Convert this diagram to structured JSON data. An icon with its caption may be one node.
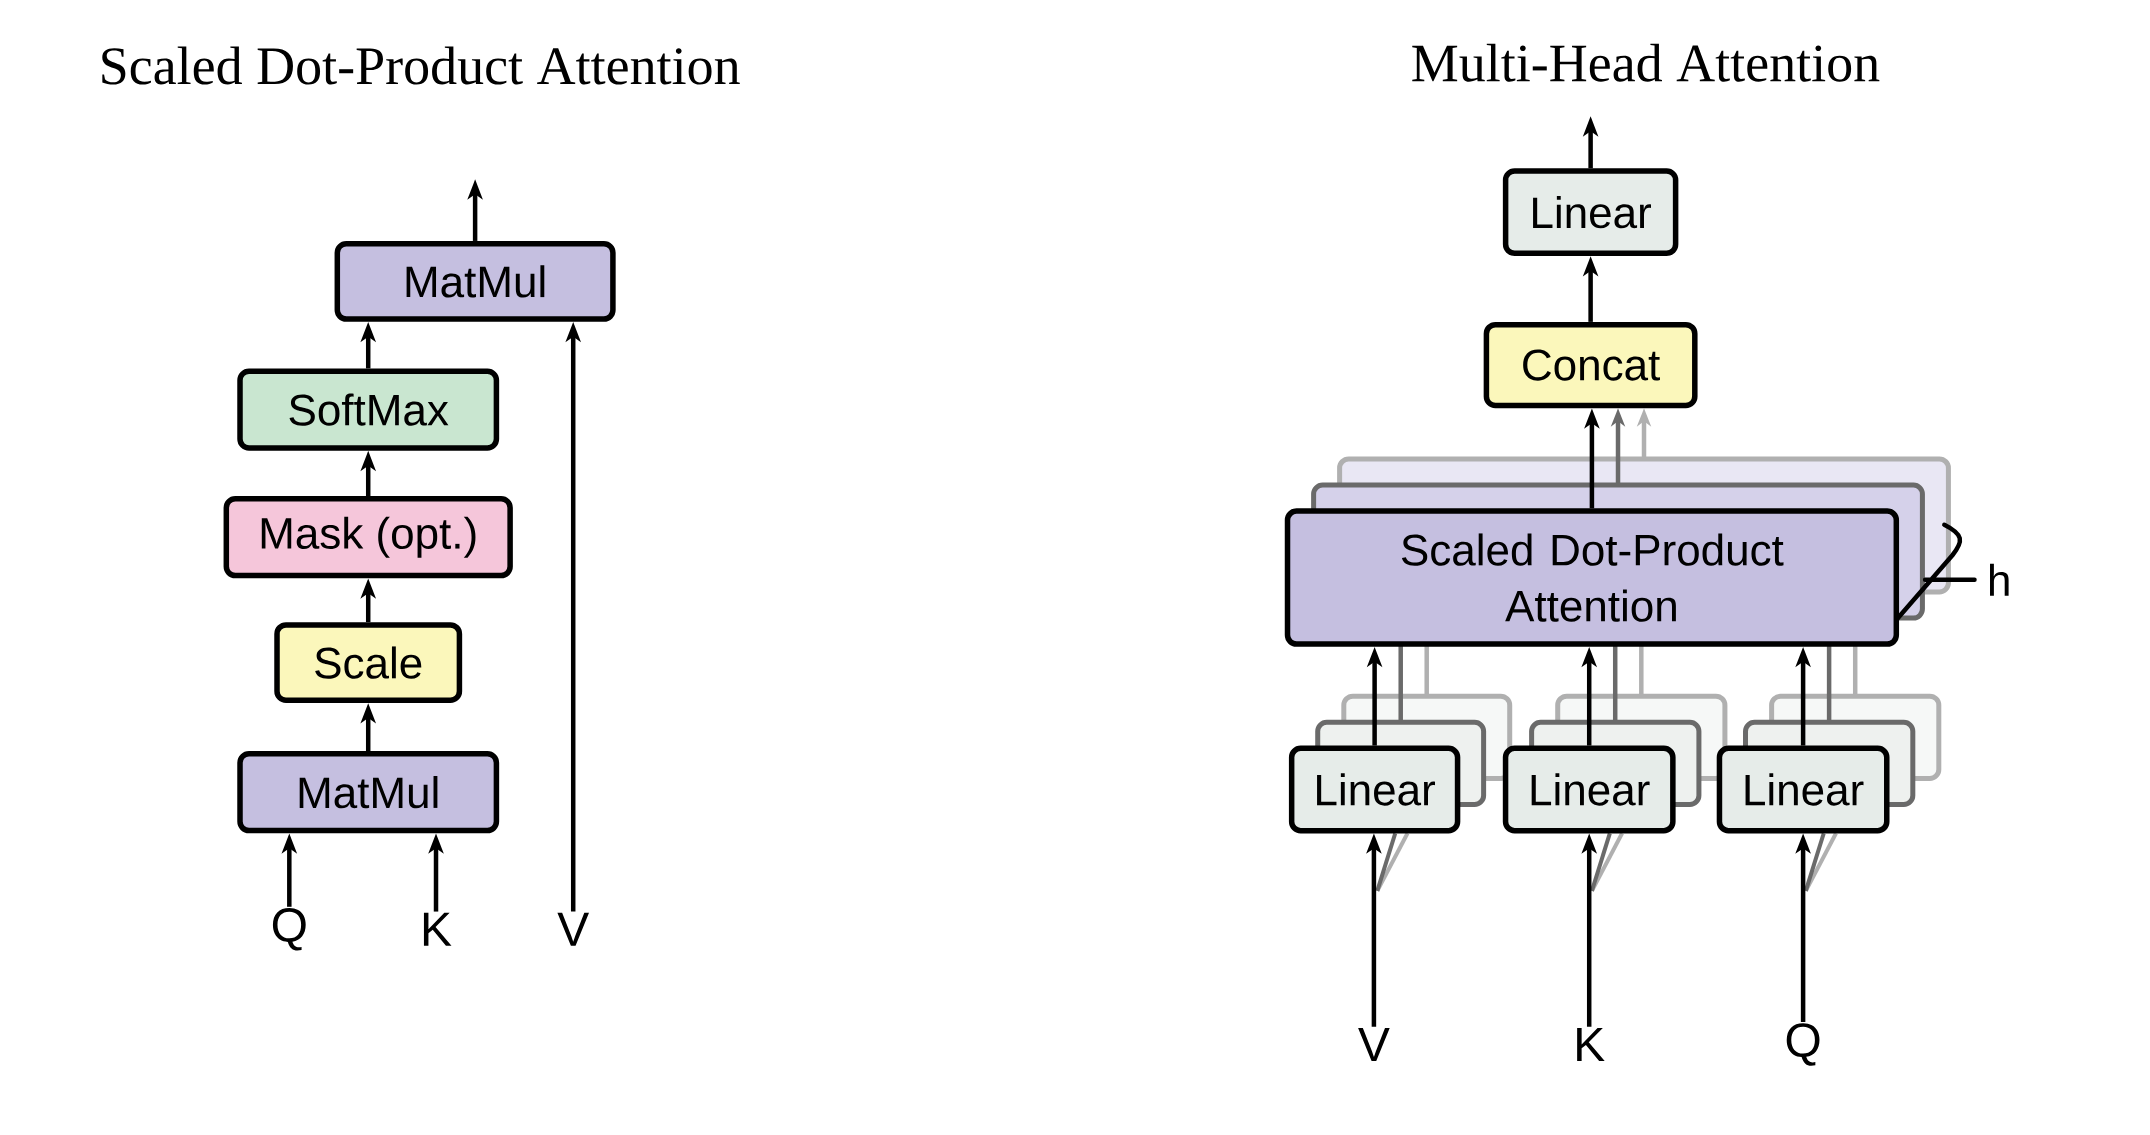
{
  "diagram": {
    "nodes": [
      {
        "text": [
          "MatMul"
        ]
      },
      {
        "text": [
          "SoftMax"
        ]
      },
      {
        "text": [
          "Mask (opt.)"
        ]
      },
      {
        "text": [
          "Scale"
        ]
      },
      {
        "text": [
          "MatMul"
        ]
      },
      {
        "text": [
          "Q"
        ]
      },
      {
        "text": [
          "K"
        ]
      },
      {
        "text": [
          "V"
        ]
      },
      {
        "text": [
          "Linear"
        ]
      },
      {
        "text": [
          "Concat"
        ]
      },
      {
        "text": [
          "Scaled Dot-Product Attention"
        ]
      },
      {
        "text": [
          "Linear"
        ]
      },
      {
        "text": [
          "Linear"
        ]
      },
      {
        "text": [
          "Linear"
        ]
      },
      {
        "text": [
          "V"
        ]
      },
      {
        "text": [
          "K"
        ]
      },
      {
        "text": [
          "Q"
        ]
      }
    ],
    "edges": [
      {
        "from": 0,
        "to": null,
        "arrow": "to"
      },
      {
        "from": 1,
        "to": 0,
        "arrow": "to"
      },
      {
        "from": 2,
        "to": 1,
        "arrow": "to"
      },
      {
        "from": 3,
        "to": 2,
        "arrow": "to"
      },
      {
        "from": 4,
        "to": 3,
        "arrow": "to"
      },
      {
        "from": 5,
        "to": 4,
        "arrow": "to"
      },
      {
        "from": 6,
        "to": 4,
        "arrow": "to"
      },
      {
        "from": 7,
        "to": 0,
        "arrow": "to"
      },
      {
        "from": 8,
        "to": null,
        "arrow": "to"
      },
      {
        "from": 9,
        "to": 8,
        "arrow": "to"
      },
      {
        "from": 10,
        "to": 9,
        "arrow": "to"
      },
      {
        "from": 11,
        "to": 10,
        "arrow": "to"
      },
      {
        "from": 12,
        "to": 10,
        "arrow": "to"
      },
      {
        "from": 13,
        "to": 10,
        "arrow": "to"
      },
      {
        "from": 14,
        "to": 11,
        "arrow": "to"
      },
      {
        "from": 15,
        "to": 12,
        "arrow": "to"
      },
      {
        "from": 16,
        "to": 13,
        "arrow": "to"
      }
    ],
    "labels": [
      "Scaled Dot-Product Attention",
      "Multi-Head Attention",
      "h"
    ]
  }
}
